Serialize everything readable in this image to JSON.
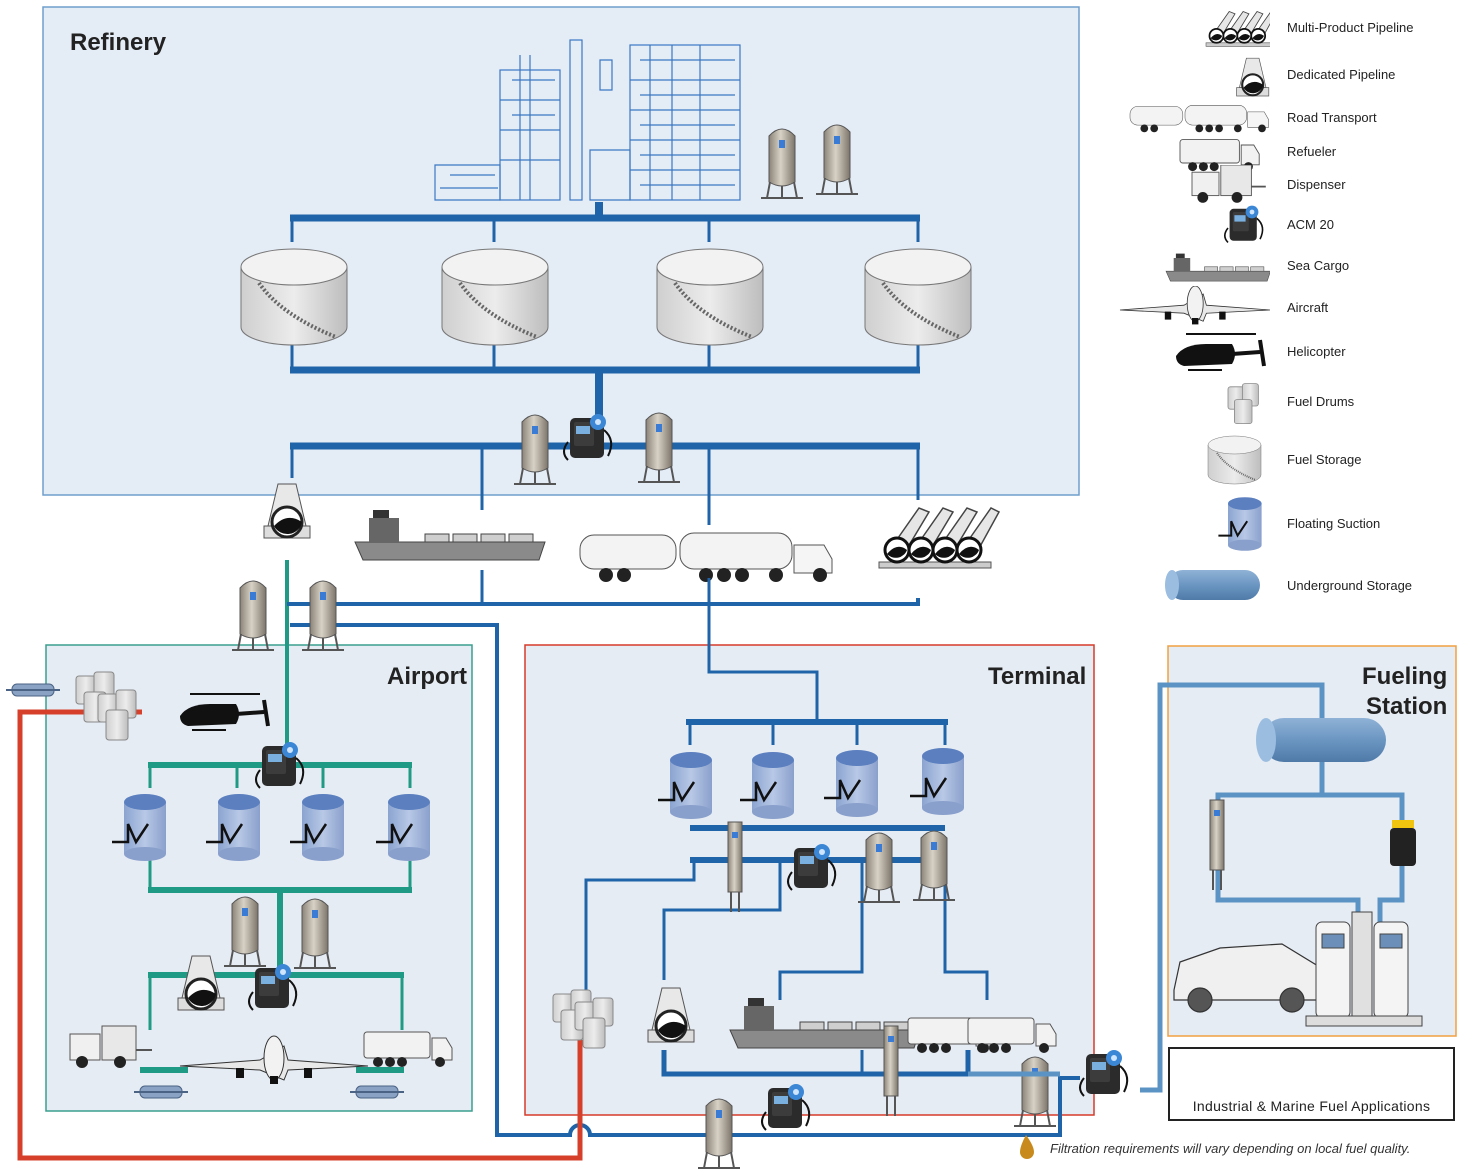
{
  "zones": {
    "refinery": "Refinery",
    "airport": "Airport",
    "terminal": "Terminal",
    "fueling_station": "Fueling\nStation"
  },
  "legend": [
    {
      "label": "Multi-Product Pipeline",
      "icon": "multi-product-pipeline-icon"
    },
    {
      "label": "Dedicated Pipeline",
      "icon": "dedicated-pipeline-icon"
    },
    {
      "label": "Road Transport",
      "icon": "road-transport-icon"
    },
    {
      "label": "Refueler",
      "icon": "refueler-icon"
    },
    {
      "label": "Dispenser",
      "icon": "dispenser-icon"
    },
    {
      "label": "ACM 20",
      "icon": "acm20-icon"
    },
    {
      "label": "Sea Cargo",
      "icon": "sea-cargo-icon"
    },
    {
      "label": "Aircraft",
      "icon": "aircraft-icon"
    },
    {
      "label": "Helicopter",
      "icon": "helicopter-icon"
    },
    {
      "label": "Fuel Drums",
      "icon": "fuel-drums-icon"
    },
    {
      "label": "Fuel Storage",
      "icon": "fuel-storage-icon"
    },
    {
      "label": "Floating Suction",
      "icon": "floating-suction-icon"
    },
    {
      "label": "Underground Storage",
      "icon": "underground-storage-icon"
    }
  ],
  "industrial_label": "Industrial & Marine Fuel Applications",
  "footnote": "Filtration requirements will vary depending on local fuel quality.",
  "colors": {
    "refinery_line": "#1f64a8",
    "airport_line": "#1f9a85",
    "terminal_line": "#1f64a8",
    "station_line": "#5b94c4",
    "red_line": "#d6402a",
    "refinery_border": "#6f9fcc",
    "airport_border": "#3aa08f",
    "terminal_border": "#d63a2a",
    "station_border": "#f0a040",
    "zone_fill": "#e6ecf4"
  }
}
